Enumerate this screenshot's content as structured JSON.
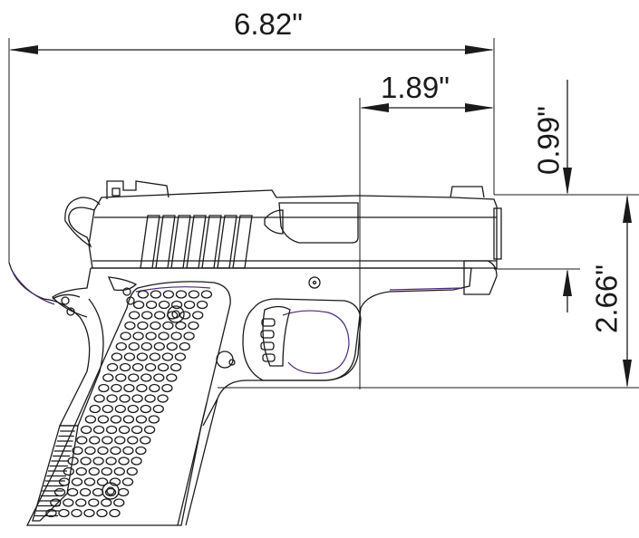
{
  "drawing": {
    "overall_length_label": "6.82\"",
    "barrel_length_label": "1.89\"",
    "sight_height_label": "0.99\"",
    "frame_height_label": "2.66\""
  },
  "colors": {
    "line": "#1a1a1a",
    "accent": "#4a2a7a",
    "background": "#ffffff"
  }
}
